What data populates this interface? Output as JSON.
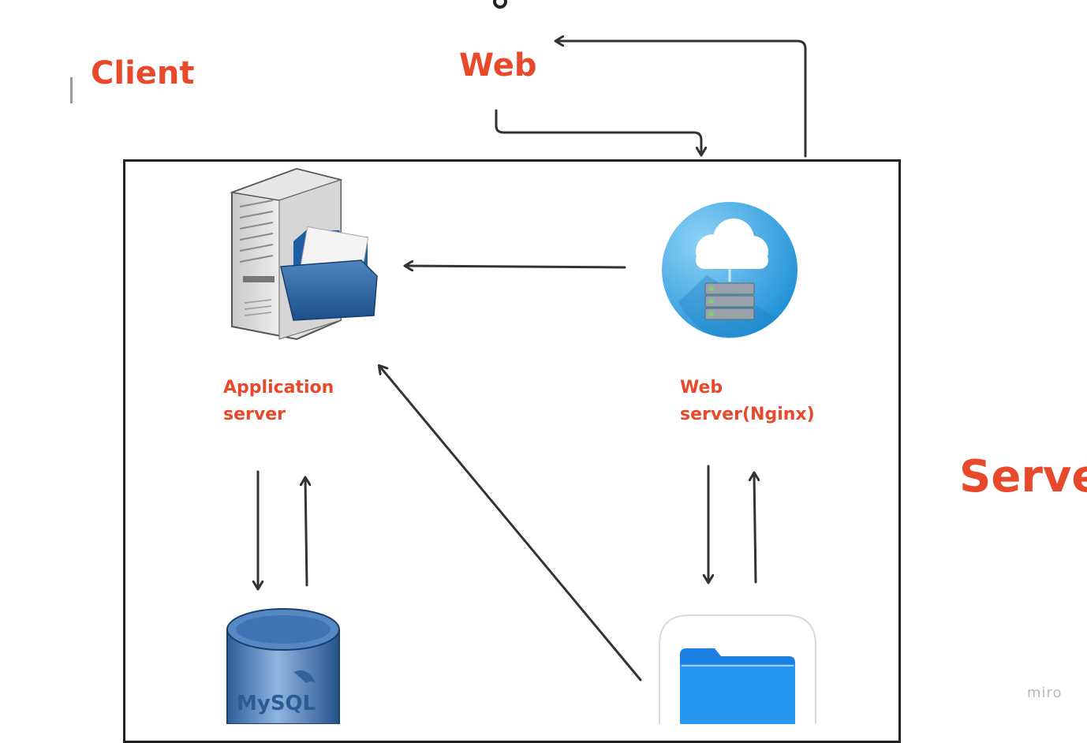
{
  "labels": {
    "client": "Client",
    "web": "Web",
    "server": "Serve",
    "app_server_line1": "Application",
    "app_server_line2": "server",
    "web_server_line1": "Web",
    "web_server_line2": "server(Nginx)",
    "mysql": "MySQL"
  },
  "watermark": "miro",
  "colors": {
    "accent": "#e8492b",
    "arrow": "#333333",
    "box_border": "#222222"
  },
  "icons": {
    "app_server": "server-with-folder-icon",
    "web_server": "cloud-server-icon",
    "database": "mysql-database-icon",
    "files": "blue-folder-icon"
  }
}
